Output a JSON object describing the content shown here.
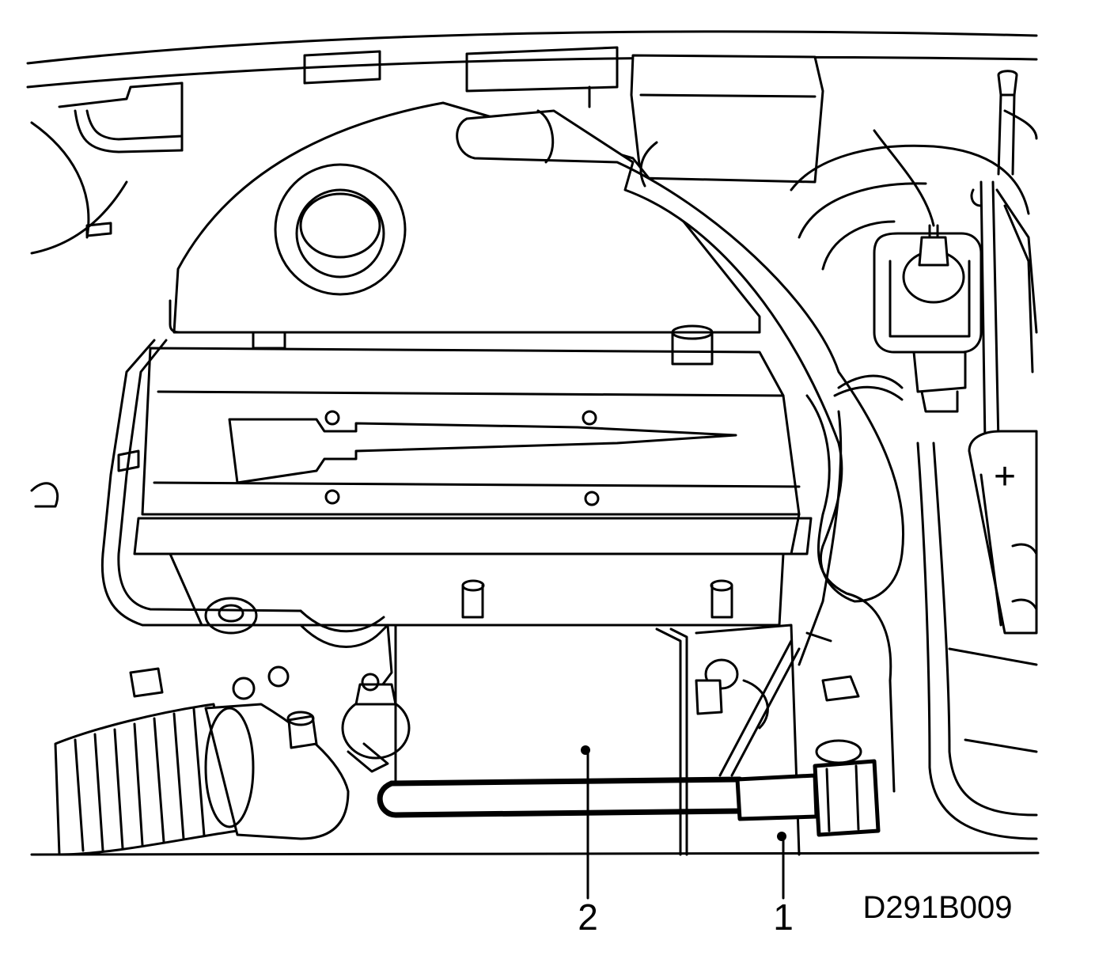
{
  "diagram": {
    "callouts": [
      {
        "id": "1",
        "label": "1"
      },
      {
        "id": "2",
        "label": "2"
      }
    ],
    "code": "D291B009",
    "battery_symbol": "+",
    "colors": {
      "ink": "#000000",
      "paper": "#ffffff"
    }
  }
}
